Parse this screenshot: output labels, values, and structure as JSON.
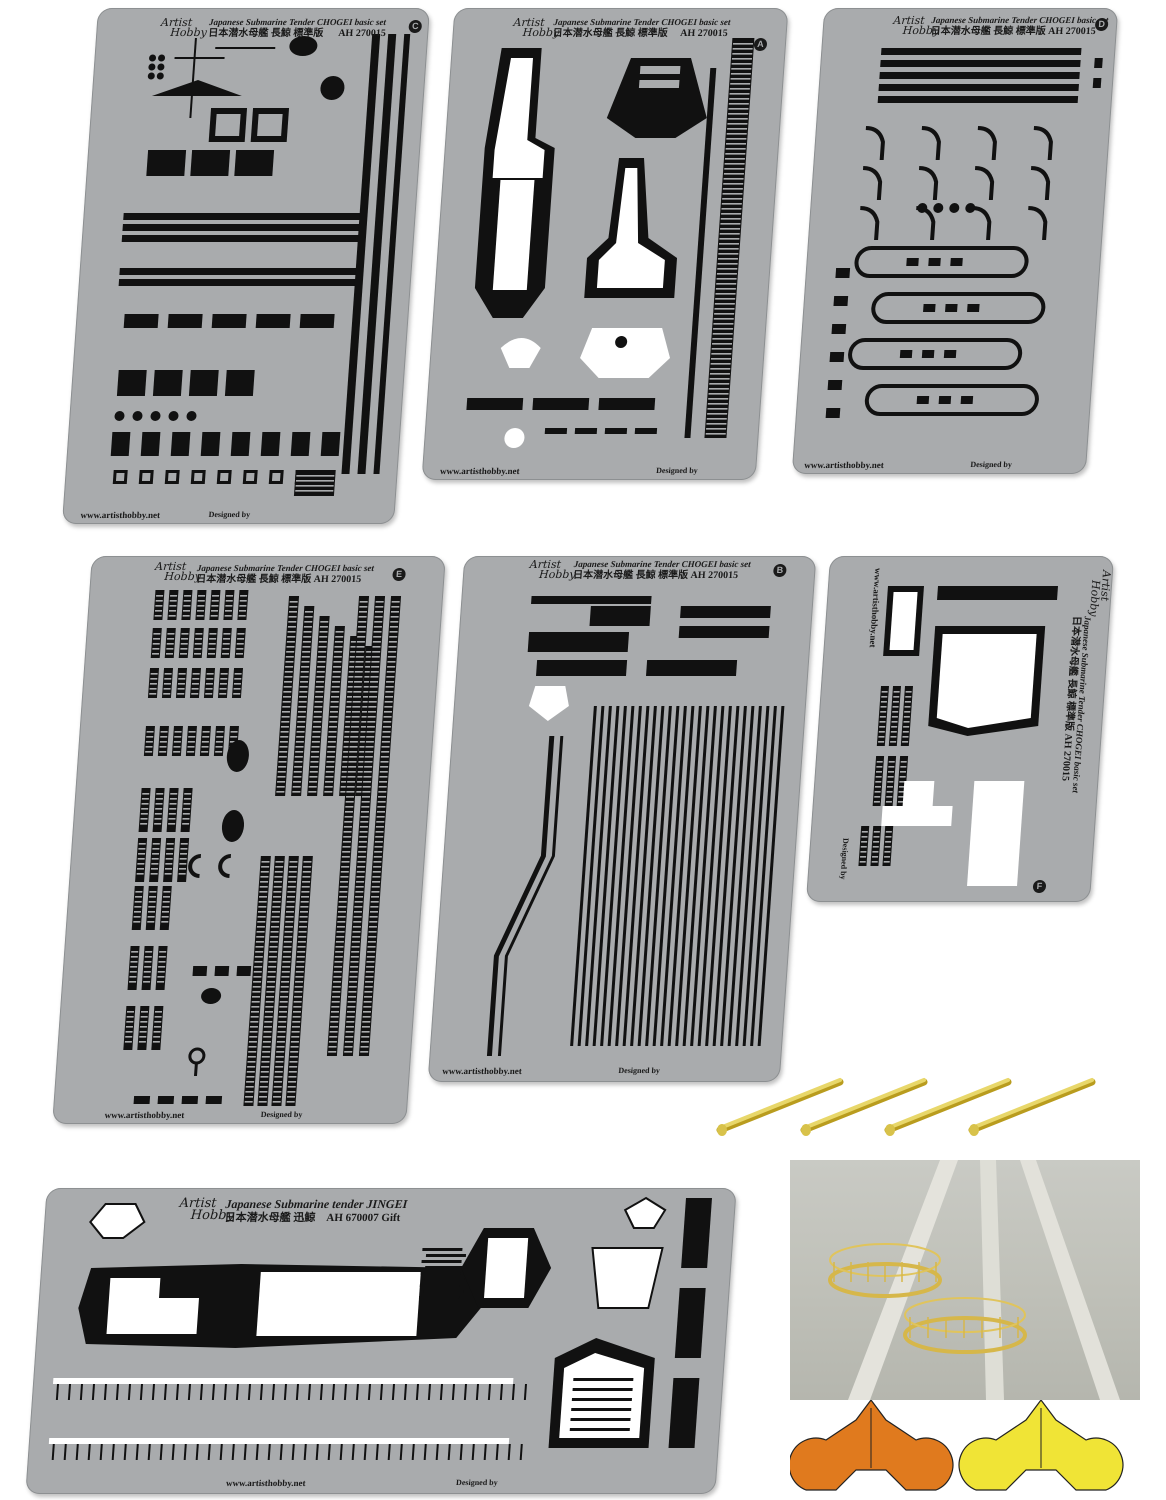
{
  "colors": {
    "fret": "#a9abad",
    "part": "#111111",
    "brass": "#e8d76a",
    "orange_part": "#e07a1e",
    "yellow_part": "#f0e436"
  },
  "icons": [
    "artist-hobby-logo-icon",
    "designer-mark-icon",
    "brass-gun-barrel-icon",
    "mast-platform-photo-icon",
    "searchlight-platform-part-icon"
  ],
  "frets": {
    "c": {
      "title": "Japanese Submarine Tender CHOGEI basic set",
      "subtitle": "日本潜水母艦 長鯨 標準版",
      "code": "AH 270015",
      "letter": "C",
      "url": "www.artisthobby.net",
      "designed": "Designed by"
    },
    "a": {
      "title": "Japanese Submarine Tender CHOGEI basic set",
      "subtitle": "日本潜水母艦 長鯨 標準版",
      "code": "AH 270015",
      "letter": "A",
      "url": "www.artisthobby.net",
      "designed": "Designed by"
    },
    "d": {
      "title": "Japanese Submarine Tender CHOGEI basic set",
      "subtitle": "日本潜水母艦 長鯨 標準版",
      "code": "AH 270015",
      "letter": "D",
      "url": "www.artisthobby.net",
      "designed": "Designed by"
    },
    "e": {
      "title": "Japanese Submarine Tender CHOGEI basic set",
      "subtitle": "日本潜水母艦 長鯨 標準版",
      "code": "AH 270015",
      "letter": "E",
      "url": "www.artisthobby.net",
      "designed": "Designed by"
    },
    "b": {
      "title": "Japanese Submarine Tender CHOGEI basic set",
      "subtitle": "日本潜水母艦 長鯨 標準版",
      "code": "AH 270015",
      "letter": "B",
      "url": "www.artisthobby.net",
      "designed": "Designed by"
    },
    "f": {
      "title": "Japanese Submarine Tender CHOGEI basic set",
      "subtitle": "日本潜水母艦 長鯨 標準版",
      "code": "AH 270015",
      "letter": "F",
      "url": "www.artisthobby.net",
      "designed": "Designed by"
    },
    "gift": {
      "title": "Japanese Submarine tender JINGEI",
      "subtitle": "日本潜水母艦 迅鯨",
      "code": "AH 670007 Gift",
      "url": "www.artisthobby.net",
      "designed": "Designed by"
    }
  },
  "logo": {
    "line1": "Artist",
    "line2": "Hobby"
  }
}
